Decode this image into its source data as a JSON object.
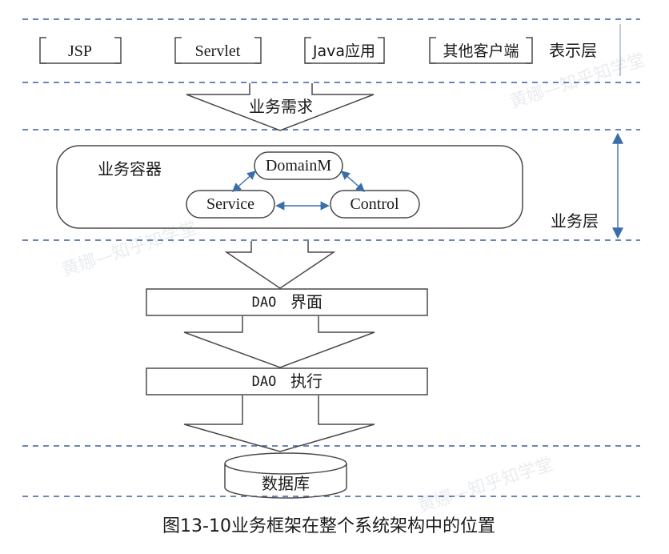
{
  "presentation_layer": {
    "boxes": [
      "JSP",
      "Servlet",
      "Java应用",
      "其他客户端"
    ],
    "label": "表示层"
  },
  "arrow_business_request": "业务需求",
  "business_layer": {
    "container_label": "业务容器",
    "nodes": {
      "domain": "DomainM",
      "service": "Service",
      "control": "Control"
    },
    "label": "业务层"
  },
  "dao_interface": {
    "prefix": "DAO",
    "suffix": "界面"
  },
  "dao_execute": {
    "prefix": "DAO",
    "suffix": "执行"
  },
  "database": "数据库",
  "caption": "图13-10业务框架在整个系统架构中的位置",
  "watermark": "黄娜—知乎知学堂",
  "colors": {
    "dashed_line": "#3a5f9a",
    "connector_arrow": "#3a6ea8",
    "box_stroke": "#4a4a4a"
  }
}
